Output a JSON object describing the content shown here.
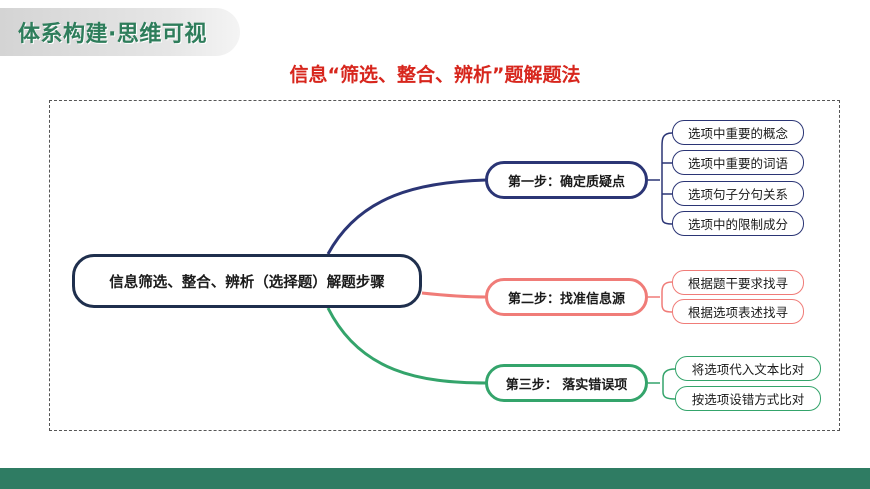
{
  "header": {
    "title": "体系构建·思维可视"
  },
  "main_title": "信息“筛选、整合、辨析”题解题法",
  "mindmap": {
    "root": "信息筛选、整合、辨析（选择题）解题步骤",
    "steps": [
      {
        "label": "第一步：确定质疑点",
        "color": "#2b3575",
        "items": [
          "选项中重要的概念",
          "选项中重要的词语",
          "选项句子分句关系",
          "选项中的限制成分"
        ]
      },
      {
        "label": "第二步：找准信息源",
        "color": "#f07c78",
        "items": [
          "根据题干要求找寻",
          "根据选项表述找寻"
        ]
      },
      {
        "label": "第三步： 落实错误项",
        "color": "#34a46b",
        "items": [
          "将选项代入文本比对",
          "按选项设错方式比对"
        ]
      }
    ]
  },
  "colors": {
    "accent_green": "#2e7d5b",
    "title_red": "#d7261d",
    "root_border": "#1f2f4d",
    "footer": "#2f7c63"
  }
}
